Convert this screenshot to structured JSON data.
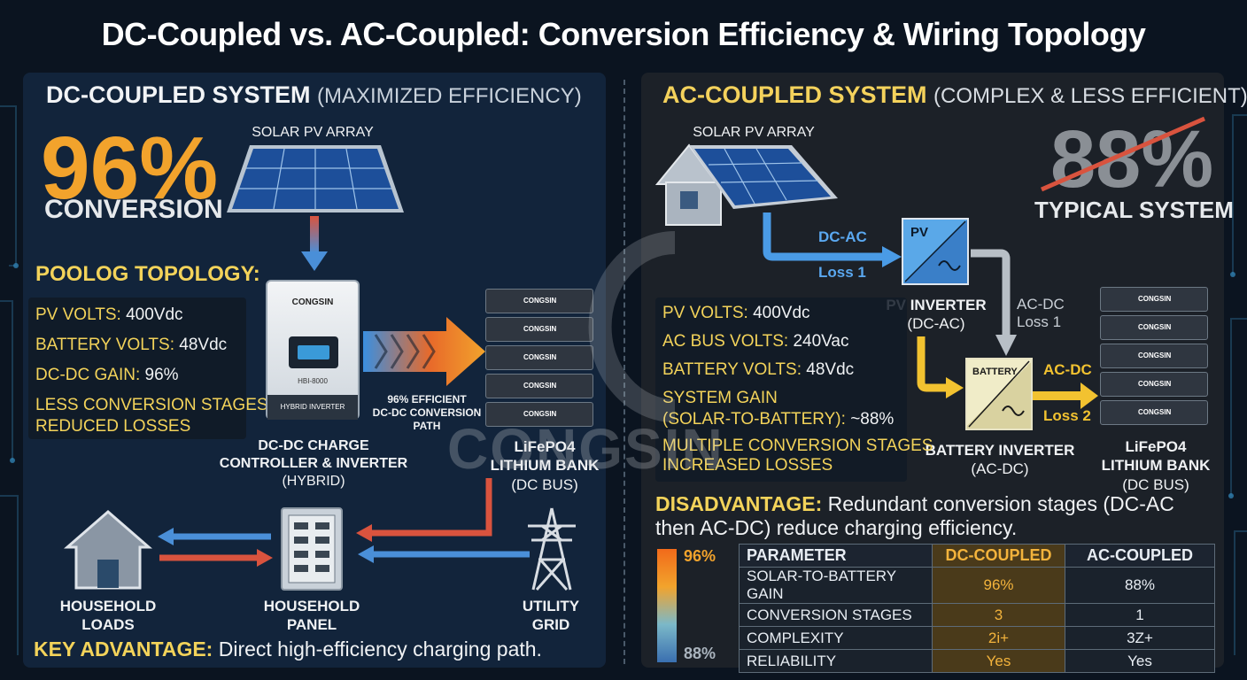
{
  "title": "DC-Coupled vs. AC-Coupled: Conversion Efficiency & Wiring Topology",
  "left": {
    "header_main": "DC-COUPLED SYSTEM",
    "header_sub": "(MAXIMIZED EFFICIENCY)",
    "big_value": "96%",
    "big_label": "CONVERSION",
    "solar_label": "SOLAR PV ARRAY",
    "topology_heading": "POOLOG TOPOLOGY:",
    "specs": [
      {
        "label": "PV VOLTS:",
        "value": "400Vdc"
      },
      {
        "label": "BATTERY VOLTS:",
        "value": "48Vdc"
      },
      {
        "label": "DC-DC GAIN:",
        "value": "96%"
      }
    ],
    "specs_note_1": "LESS CONVERSION STAGES",
    "specs_note_2": "REDUCED LOSSES",
    "inverter_brand": "CONGSIN",
    "inverter_model": "HBI-8000",
    "inverter_type": "HYBRID INVERTER",
    "inverter_caption_1": "DC-DC CHARGE",
    "inverter_caption_2": "CONTROLLER & INVERTER",
    "inverter_caption_3": "(HYBRID)",
    "arrow_caption_1": "96% EFFICIENT",
    "arrow_caption_2": "DC-DC CONVERSION",
    "arrow_caption_3": "PATH",
    "battery_brand": "CONGSIN",
    "battery_caption_1": "LiFePO4",
    "battery_caption_2": "LITHIUM BANK",
    "battery_caption_3": "(DC BUS)",
    "house_caption_1": "HOUSEHOLD",
    "house_caption_2": "LOADS",
    "panel_caption_1": "HOUSEHOLD",
    "panel_caption_2": "PANEL",
    "grid_caption_1": "UTILITY",
    "grid_caption_2": "GRID",
    "key_label": "KEY ADVANTAGE:",
    "key_text": "Direct high-efficiency charging path."
  },
  "right": {
    "header_main": "AC-COUPLED SYSTEM",
    "header_sub": "(COMPLEX & LESS EFFICIENT)",
    "big_value": "88%",
    "big_label": "TYPICAL SYSTEM",
    "solar_label": "SOLAR PV ARRAY",
    "dcac_label": "DC-AC",
    "loss1_label": "Loss 1",
    "pv_box": "PV",
    "pv_caption_1": "PV INVERTER",
    "pv_caption_2": "(DC-AC)",
    "acdc_label_1": "AC-DC",
    "acdc_label_2": "Loss 1",
    "battery_box": "BATTERY",
    "batinv_caption_1": "BATTERY INVERTER",
    "batinv_caption_2": "(AC-DC)",
    "acdc2_label": "AC-DC",
    "loss2_label": "Loss 2",
    "battery_brand": "CONGSIN",
    "battery_caption_1": "LiFePO4",
    "battery_caption_2": "LITHIUM BANK",
    "battery_caption_3": "(DC BUS)",
    "specs": [
      {
        "label": "PV VOLTS:",
        "value": "400Vdc"
      },
      {
        "label": "AC BUS VOLTS:",
        "value": "240Vac"
      },
      {
        "label": "BATTERY VOLTS:",
        "value": "48Vdc"
      }
    ],
    "system_gain_1": "SYSTEM GAIN",
    "system_gain_2": "(SOLAR-TO-BATTERY):",
    "system_gain_value": "~88%",
    "specs_note_1": "MULTIPLE CONVERSION STAGES",
    "specs_note_2": "INCREASED LOSSES",
    "dis_label": "DISADVANTAGE:",
    "dis_text": "Redundant conversion stages (DC-AC then AC-DC) reduce charging efficiency.",
    "legend_top": "96%",
    "legend_bottom": "88%"
  },
  "watermark": "CONGSIN",
  "table": {
    "headers": [
      "PARAMETER",
      "DC-COUPLED",
      "AC-COUPLED"
    ],
    "rows": [
      [
        "SOLAR-TO-BATTERY GAIN",
        "96%",
        "88%"
      ],
      [
        "CONVERSION STAGES",
        "3",
        "1"
      ],
      [
        "COMPLEXITY",
        "2i+",
        "3Z+"
      ],
      [
        "RELIABILITY",
        "Yes",
        "Yes"
      ]
    ]
  },
  "colors": {
    "accent_orange": "#f2a32c",
    "accent_yellow": "#f3d35a",
    "flow_blue": "#4a8fd8",
    "flow_red": "#d9533e",
    "flow_yellow": "#f2c230"
  }
}
